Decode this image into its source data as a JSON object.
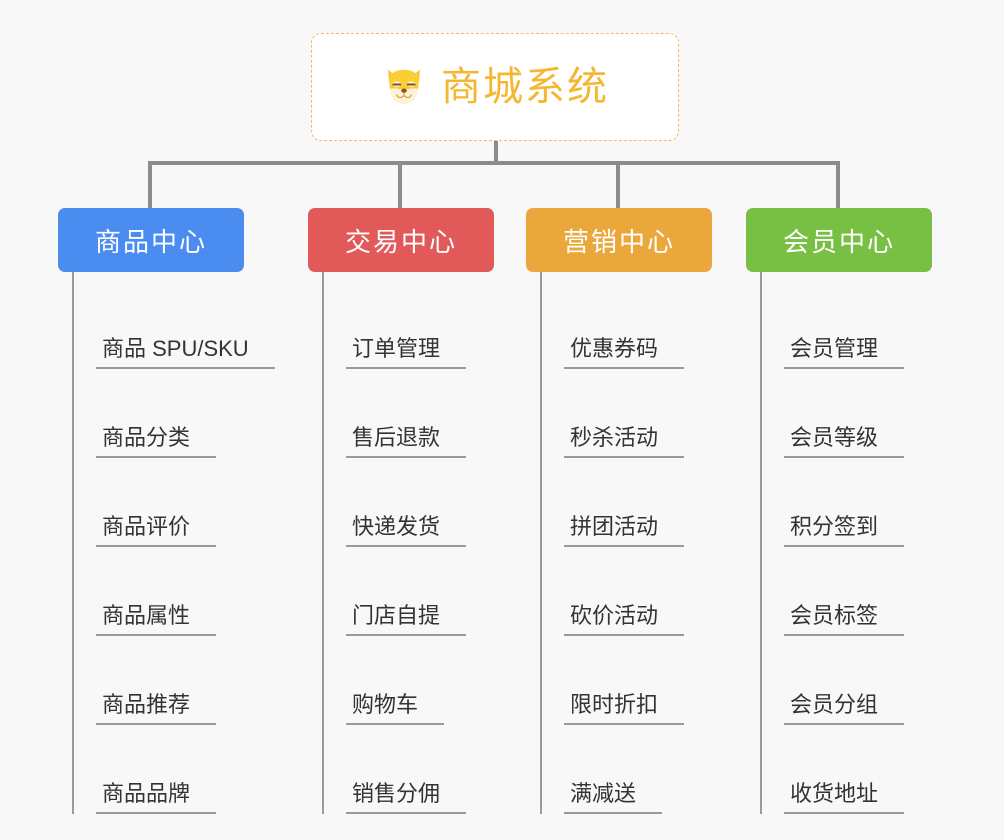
{
  "background_color": "#f8f8f8",
  "root": {
    "title": "商城系统",
    "icon": "shiba-dog-face-icon",
    "title_color": "#f5b731",
    "border_color": "#f0bc5e",
    "background_color": "#ffffff"
  },
  "connector_color": "#8c8c8c",
  "branches": [
    {
      "label": "商品中心",
      "color": "#4a8cf0",
      "items": [
        "商品 SPU/SKU",
        "商品分类",
        "商品评价",
        "商品属性",
        "商品推荐",
        "商品品牌"
      ]
    },
    {
      "label": "交易中心",
      "color": "#e2595a",
      "items": [
        "订单管理",
        "售后退款",
        "快递发货",
        "门店自提",
        "购物车",
        "销售分佣"
      ]
    },
    {
      "label": "营销中心",
      "color": "#eaa83c",
      "items": [
        "优惠券码",
        "秒杀活动",
        "拼团活动",
        "砍价活动",
        "限时折扣",
        "满减送"
      ]
    },
    {
      "label": "会员中心",
      "color": "#78c044",
      "items": [
        "会员管理",
        "会员等级",
        "积分签到",
        "会员标签",
        "会员分组",
        "收货地址"
      ]
    }
  ]
}
